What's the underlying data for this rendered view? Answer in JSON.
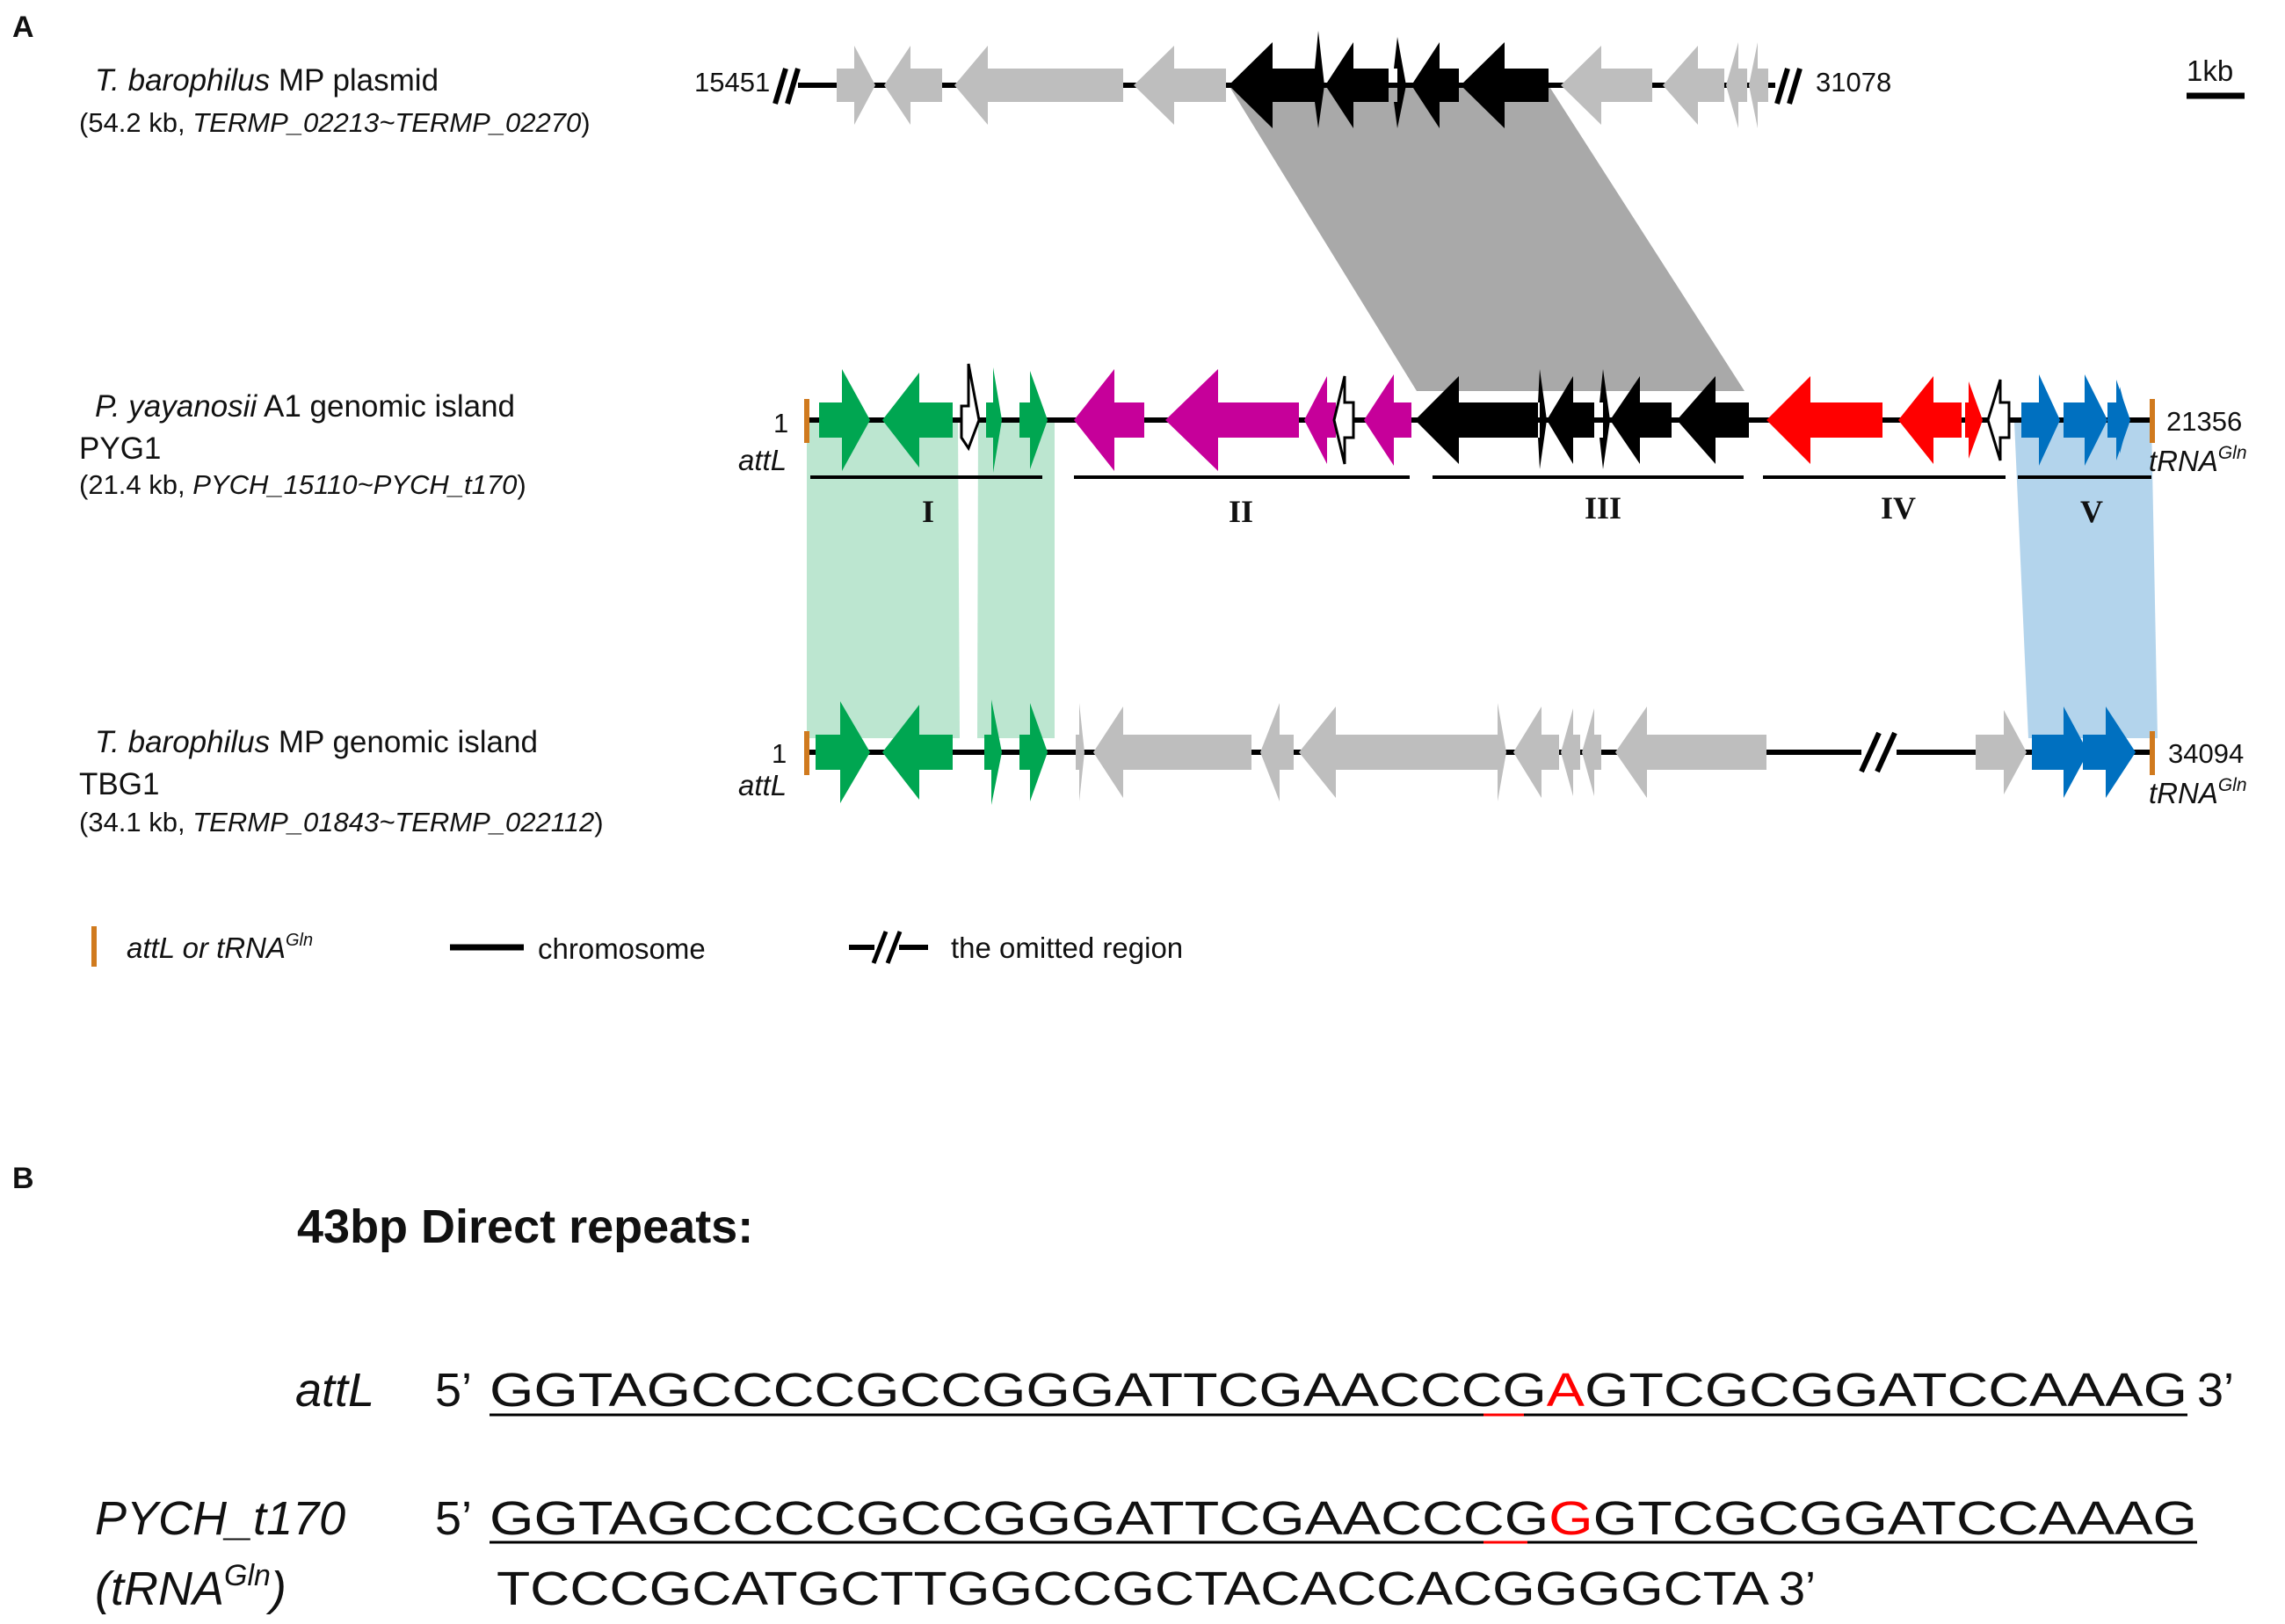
{
  "panel_labels": {
    "a": "A",
    "b": "B"
  },
  "colors": {
    "conserved": "#000000",
    "other": "#bebebe",
    "module_I": "#00a651",
    "module_II": "#c6009a",
    "module_IV": "#ff0000",
    "module_V": "#0070c0",
    "att_marker": "#d07a1e",
    "shade_gray": "#8c8c8c",
    "shade_green": "#9fdcbc",
    "shade_blue": "#9ac6e6",
    "highlight_base": "#ff0000"
  },
  "tracks": {
    "plasmid": {
      "name_italic": "T. barophilus",
      "name_rest": " MP plasmid",
      "detail_pre": "(54.2 kb, ",
      "detail_italic": "TERMP_02213~TERMP_02270",
      "detail_post": ")",
      "start": "15451",
      "end": "31078"
    },
    "pyg1": {
      "name_italic": "P. yayanosii",
      "name_rest": "  A1  genomic island",
      "name2": "PYG1",
      "detail_pre": "(21.4 kb, ",
      "detail_italic": "PYCH_15110~PYCH_t170",
      "detail_post": ")",
      "start": "1",
      "start_label": "attL",
      "end": "21356",
      "end_label_base": "tRNA",
      "end_label_sup": "Gln"
    },
    "tbg1": {
      "name_italic": "T. barophilus",
      "name_rest": " MP genomic island",
      "name2": "TBG1",
      "detail_pre": "(34.1 kb, ",
      "detail_italic": "TERMP_01843~TERMP_022112",
      "detail_post": ")",
      "start": "1",
      "start_label": "attL",
      "end": "34094",
      "end_label_base": "tRNA",
      "end_label_sup": "Gln"
    }
  },
  "modules": [
    "I",
    "II",
    "III",
    "IV",
    "V"
  ],
  "scale_bar": "1kb",
  "legend": {
    "marker_label_base": "attL or tRNA",
    "marker_label_sup": "Gln",
    "chromosome": "chromosome",
    "omitted": "the omitted region"
  },
  "panel_b": {
    "heading": "43bp Direct repeats:",
    "row1_name": "attL",
    "row1_prefix": "5’",
    "row1_seq_a": "GGTAGCCCCGCCGGGATTCGAACCCG",
    "row1_seq_b": "A",
    "row1_seq_c": "GTCGCGGATCCAAAG",
    "row1_suffix": "3’",
    "row2_name": "PYCH_t170",
    "row2_prefix": "5’",
    "row2_seq_a": "GGTAGCCCCGCCGGGATTCGAACCCG",
    "row2_seq_b": "G",
    "row2_seq_c": "GTCGCGGATCCAAAG",
    "row3_name_open": "(",
    "row3_name_base": "tRNA",
    "row3_name_sup": "Gln",
    "row3_name_close": ")",
    "row3_seq": "TCCCGCATGCTTGGCCGCTACACCACGGGGCTA",
    "row3_suffix": "3’"
  }
}
